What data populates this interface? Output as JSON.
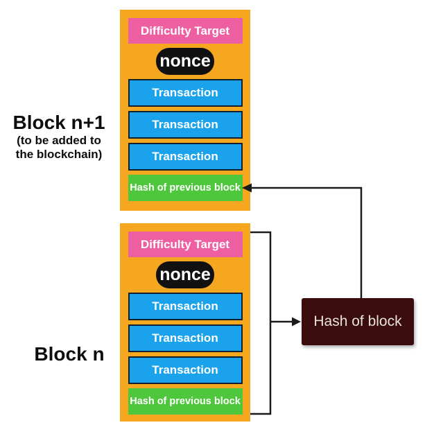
{
  "diagram": {
    "title": "Blockchain block linkage diagram",
    "colors": {
      "block_bg": "#F5A81F",
      "difficulty_bg": "#EE5FA1",
      "nonce_bg": "#111111",
      "transaction_bg": "#1AA3EC",
      "hash_prev_bg": "#4EC73C",
      "hash_block_bg": "#3A0D0C",
      "line": "#1A1A1A"
    },
    "labels": {
      "block_n1_title": "Block n+1",
      "block_n1_subtitle_line1": "(to be added to",
      "block_n1_subtitle_line2": "the blockchain)",
      "block_n_title": "Block n"
    },
    "blocks": [
      {
        "name": "block-n-plus-1",
        "difficulty_label": "Difficulty Target",
        "nonce_label": "nonce",
        "transactions": [
          "Transaction",
          "Transaction",
          "Transaction"
        ],
        "hash_prev_label": "Hash of previous block"
      },
      {
        "name": "block-n",
        "difficulty_label": "Difficulty Target",
        "nonce_label": "nonce",
        "transactions": [
          "Transaction",
          "Transaction",
          "Transaction"
        ],
        "hash_prev_label": "Hash of previous block"
      }
    ],
    "hash_of_block_label": "Hash of block"
  }
}
